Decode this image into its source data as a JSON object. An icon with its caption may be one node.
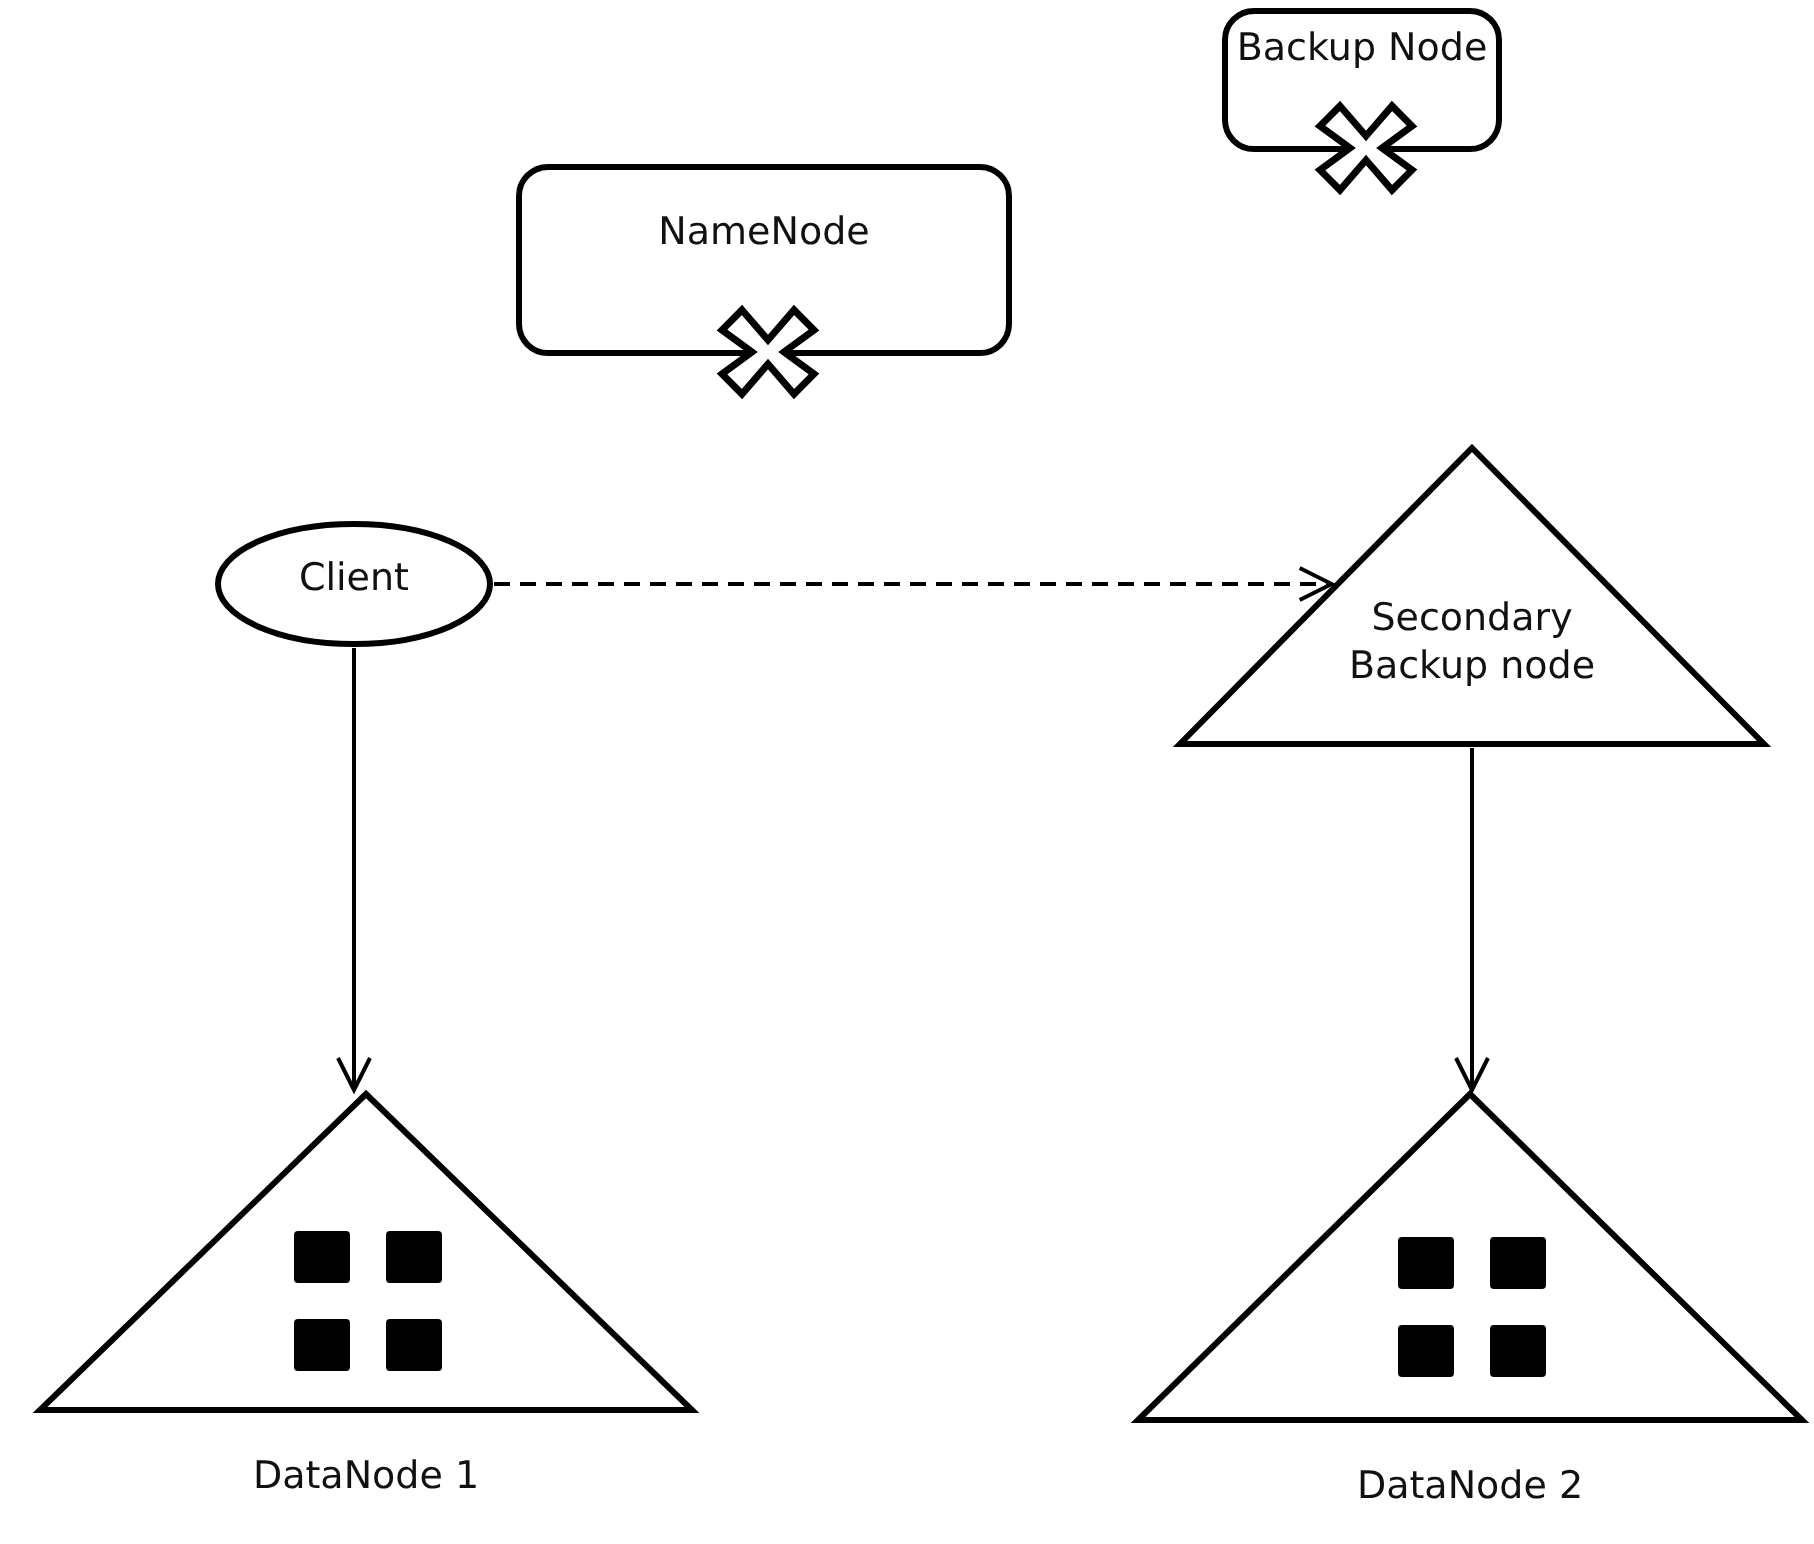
{
  "diagram": {
    "nodes": [
      {
        "text": [
          "Backup Node"
        ]
      },
      {
        "text": [
          "NameNode"
        ]
      },
      {
        "text": [
          "Client"
        ]
      },
      {
        "text": [
          "Secondary Backup node"
        ]
      },
      {
        "text": [
          "DataNode 1"
        ]
      },
      {
        "text": [
          "DataNode 2"
        ]
      }
    ],
    "edges": [
      {
        "from": 2,
        "to": 3,
        "arrow": "to",
        "style": "dashed"
      },
      {
        "from": 2,
        "to": 4,
        "arrow": "to"
      },
      {
        "from": 3,
        "to": 5,
        "arrow": "to"
      }
    ]
  }
}
